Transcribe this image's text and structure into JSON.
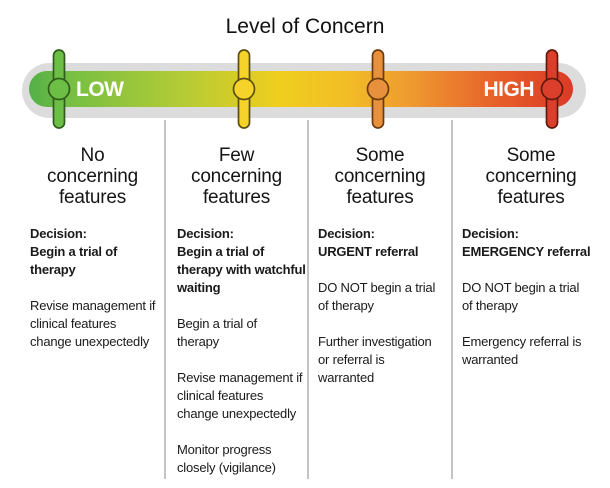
{
  "title": "Level of Concern",
  "slider": {
    "low_label": "LOW",
    "high_label": "HIGH",
    "track_color": "#dcdcdc",
    "gradient_stops": [
      "#53B047",
      "#78BF43",
      "#B3CB35",
      "#EFCE1E",
      "#F2BE26",
      "#EF9A31",
      "#E6602A",
      "#DC3926"
    ],
    "handles": [
      {
        "name": "green",
        "color": "#6CBE45",
        "outline": "#2F5E1C"
      },
      {
        "name": "yellow",
        "color": "#F6D32B",
        "outline": "#5A4D10"
      },
      {
        "name": "orange",
        "color": "#E8913C",
        "outline": "#6B3A10"
      },
      {
        "name": "red",
        "color": "#DB3E2A",
        "outline": "#601A0D"
      }
    ]
  },
  "columns": [
    {
      "header": "No\nconcerning\nfeatures",
      "decision": "Decision:\nBegin a trial of\ntherapy",
      "notes": [
        "Revise management if\nclinical features\nchange unexpectedly"
      ]
    },
    {
      "header": "Few\nconcerning\nfeatures",
      "decision": "Decision:\nBegin a trial of\ntherapy with watchful\nwaiting",
      "notes": [
        "Begin a trial of\ntherapy",
        "Revise management if\nclinical features\nchange unexpectedly",
        "Monitor progress\nclosely (vigilance)"
      ]
    },
    {
      "header": "Some\nconcerning\nfeatures",
      "decision": "Decision:\nURGENT referral",
      "notes": [
        "DO NOT begin a trial\nof therapy",
        "Further investigation\nor referral is\nwarranted"
      ]
    },
    {
      "header": "Some\nconcerning\nfeatures",
      "decision": "Decision:\nEMERGENCY referral",
      "notes": [
        "DO NOT begin a trial\nof therapy",
        "Emergency referral is\nwarranted"
      ]
    }
  ]
}
